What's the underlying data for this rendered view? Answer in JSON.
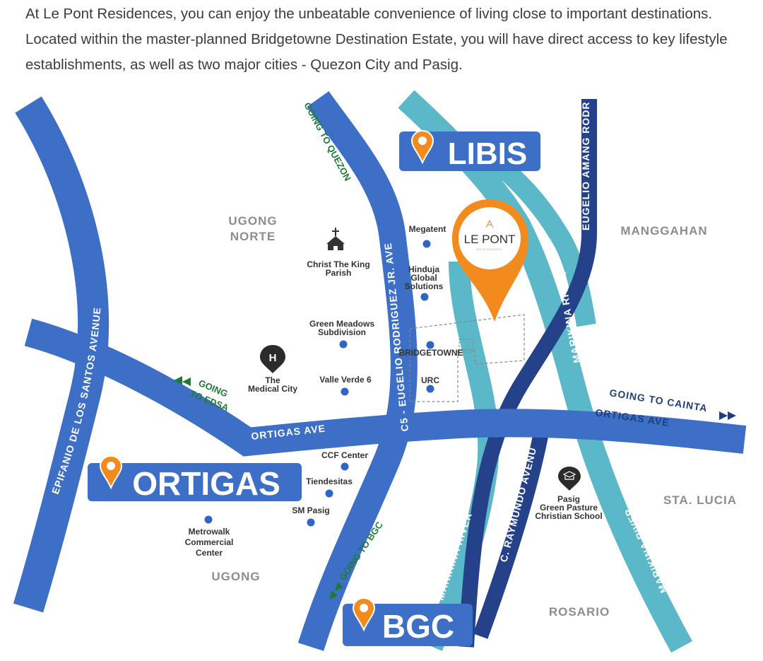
{
  "intro_text": "At Le Pont Residences, you can enjoy the unbeatable convenience of living close to important destinations. Located within the master-planned Bridgetowne Destination Estate, you will have direct access to key lifestyle establishments, as well as two major cities - Quezon City and Pasig.",
  "colors": {
    "road_blue": "#3d6fc6",
    "river_teal": "#5bb8c9",
    "dark_road": "#24418a",
    "pin_orange": "#f28a1e",
    "hub_box": "#3d6fc6",
    "text_gray": "#8d8d8d"
  },
  "hubs": {
    "libis": "LIBIS",
    "ortigas": "ORTIGAS",
    "bgc": "BGC"
  },
  "roads": {
    "edsa": "EPIFANIO DE LOS SANTOS AVENUE",
    "c5": "C5 - EUGELIO RODRIGUEZ JR. AVE",
    "ortigas_west": "ORTIGAS AVE",
    "ortigas_east": "ORTIGAS AVE",
    "eugelio": "EUGELIO AMANG RODRIGUE",
    "raymundo": "C. RAYMUNDO AVENUE",
    "marikina_1": "MARIKINA RIVER",
    "marikina_2": "MARIKINA RIVER",
    "marikina_3": "MARIKINA RIVER"
  },
  "directions": {
    "quezon": "GOING TO QUEZON",
    "edsa_line1": "GOING",
    "edsa_line2": "TO EDSA",
    "cainta": "GOING TO CAINTA",
    "bgc": "GOING TO BGC"
  },
  "areas": {
    "ugong_norte_1": "UGONG",
    "ugong_norte_2": "NORTE",
    "manggahan": "MANGGAHAN",
    "sta_lucia": "STA. LUCIA",
    "ugong": "UGONG",
    "rosario": "ROSARIO"
  },
  "pois": {
    "christ_king_1": "Christ The King",
    "christ_king_2": "Parish",
    "megatent": "Megatent",
    "hinduja_1": "Hinduja",
    "hinduja_2": "Global",
    "hinduja_3": "Solutions",
    "green_meadows_1": "Green Meadows",
    "green_meadows_2": "Subdivision",
    "bridgetowne": "BRIDGETOWNE",
    "medical_city_1": "The",
    "medical_city_2": "Medical City",
    "valle_verde": "Valle Verde 6",
    "urc": "URC",
    "ccf": "CCF Center",
    "tiendesitas": "Tiendesitas",
    "sm_pasig": "SM Pasig",
    "metrowalk_1": "Metrowalk",
    "metrowalk_2": "Commercial",
    "metrowalk_3": "Center",
    "pgp_1": "Pasig",
    "pgp_2": "Green Pasture",
    "pgp_3": "Christian School"
  },
  "marker": {
    "label": "LE PONT",
    "sublabel": "RESIDENCES",
    "hospital_letter": "H"
  }
}
